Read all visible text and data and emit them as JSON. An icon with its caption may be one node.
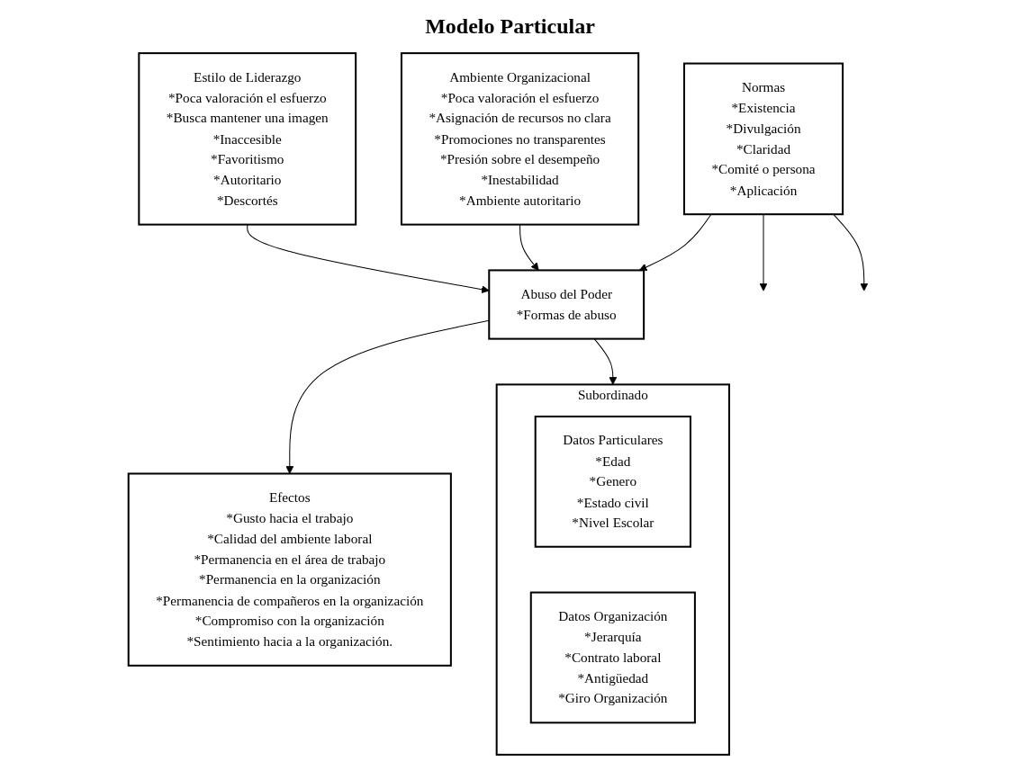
{
  "diagram": {
    "title": "Modelo Particular",
    "nodes": [
      {
        "text": [
          "Estilo de Liderazgo",
          "*Poca valoración el esfuerzo",
          "*Busca mantener una imagen",
          "*Inaccesible",
          "*Favoritismo",
          "*Autoritario",
          "*Descortés"
        ]
      },
      {
        "text": [
          "Normas",
          "*Existencia",
          "*Divulgación",
          "*Claridad",
          "*Comité o persona",
          "*Aplicación"
        ]
      },
      {
        "text": [
          "Ambiente Organizacional",
          "*Poca valoración el esfuerzo",
          "*Asignación de recursos no clara",
          "*Promociones no transparentes",
          "*Presión sobre el desempeño",
          "*Inestabilidad",
          "*Ambiente autoritario"
        ]
      },
      {
        "text": [
          "Abuso del Poder",
          "*Formas de abuso"
        ]
      },
      {
        "text": [
          "Efectos",
          "*Gusto hacia el trabajo",
          "*Calidad del ambiente laboral",
          "*Permanencia en el área de trabajo",
          "*Permanencia en la organización",
          "*Permanencia de compañeros en la organización",
          "*Compromiso con la organización",
          "*Sentimiento hacia a la organización."
        ]
      },
      {
        "text": [
          "Subordinado"
        ]
      },
      {
        "text": [
          "Datos Particulares",
          "*Edad",
          "*Genero",
          "*Estado civil",
          "*Nivel Escolar"
        ],
        "in": 5
      },
      {
        "text": [
          "Datos Organización",
          "*Jerarquía",
          "*Contrato laboral",
          "*Antigüedad",
          "*Giro Organización"
        ],
        "in": 5
      }
    ],
    "edges": [
      {
        "from": 0,
        "to": 3,
        "arrow": "to"
      },
      {
        "from": 1,
        "to": 3,
        "arrow": "to"
      },
      {
        "from": 2,
        "to": 3,
        "arrow": "to"
      },
      {
        "from": 3,
        "to": 4,
        "arrow": "to"
      },
      {
        "from": 1,
        "to": null,
        "arrow": "to"
      },
      {
        "from": 1,
        "to": null,
        "arrow": "to"
      },
      {
        "from": 3,
        "to": 5,
        "arrow": "to"
      }
    ]
  }
}
